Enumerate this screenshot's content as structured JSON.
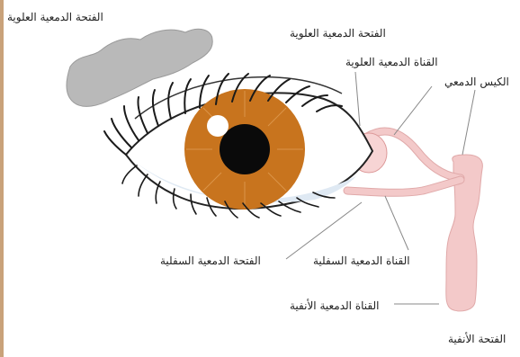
{
  "labels": {
    "gland": "الفتحة الدمعية العلوية",
    "upper_punctum": "الفتحة الدمعية العلوية",
    "upper_canaliculus": "القناة الدمعية العلوية",
    "lacrimal_sac": "الكيس الدمعي",
    "lower_punctum": "الفتحة الدمعية السفلية",
    "lower_canaliculus": "القناة الدمعية السفلية",
    "nasolacrimal_duct": "القناة الدمعية الأنفية",
    "nasal_opening": "الفتحة الأنفية"
  },
  "colors": {
    "iris": "#c8741e",
    "pupil": "#0a0a0a",
    "duct": "#f3c9c9",
    "gland": "#b9b9b9",
    "sclera_shadow": "#dfe9f3",
    "frame": "#c9a27a"
  }
}
